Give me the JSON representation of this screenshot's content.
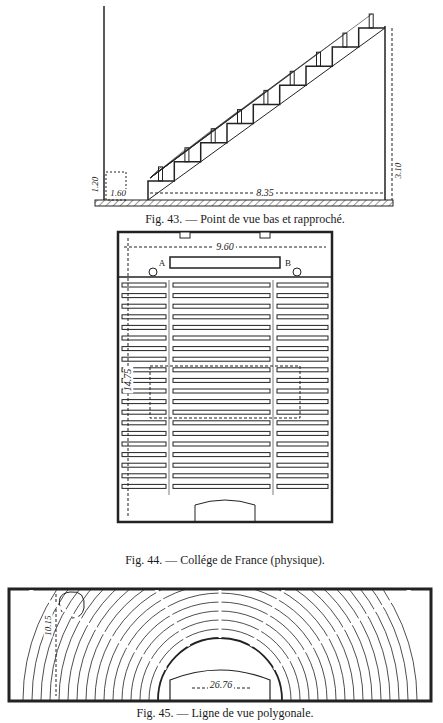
{
  "diagram": {
    "labels": [
      "1.20",
      "1.60",
      "8.35",
      "3.10",
      "Fig. 43. — Point de vue bas et rapproché.",
      "9.60",
      "A",
      "B",
      "14.75",
      "Fig. 44. — Collége de France (physique).",
      "10.15",
      "26.76",
      "Fig. 45. — Ligne de vue polygonale."
    ]
  }
}
